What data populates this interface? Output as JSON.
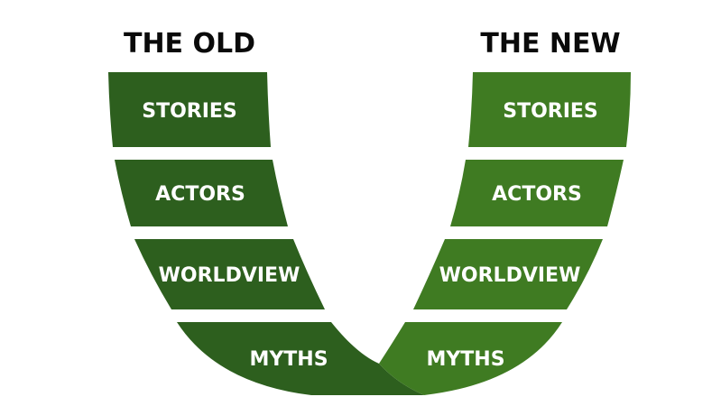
{
  "columns": {
    "old": {
      "heading": "THE OLD",
      "color": "#2d5f1e",
      "layers": [
        "STORIES",
        "ACTORS",
        "WORLDVIEW",
        "MYTHS"
      ]
    },
    "new": {
      "heading": "THE NEW",
      "color": "#3f7b22",
      "layers": [
        "STORIES",
        "ACTORS",
        "WORLDVIEW",
        "MYTHS"
      ]
    }
  }
}
